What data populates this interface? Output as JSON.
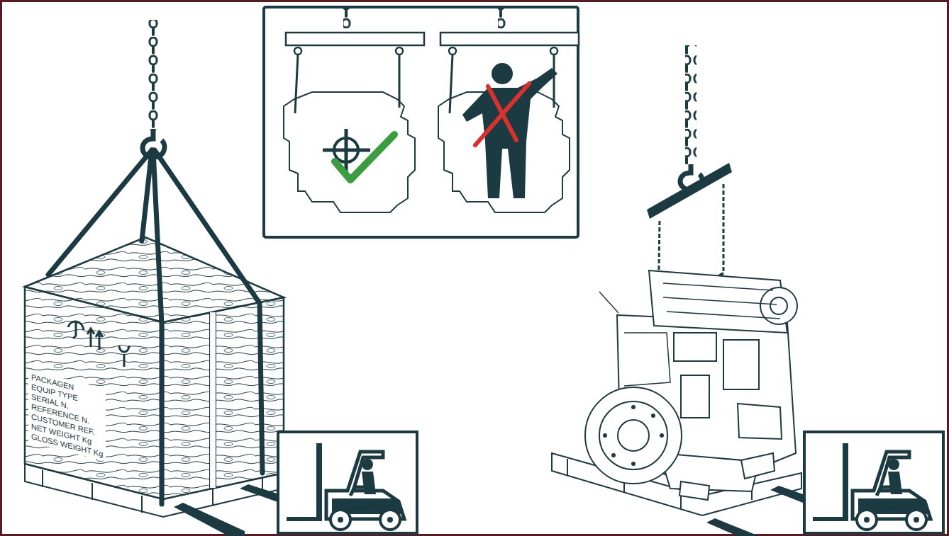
{
  "diagram": {
    "labels": [
      "PACKAGEN",
      "EQUIP TYPE",
      "SERIAL N.",
      "REFERENCE N.",
      "CUSTOMER REF.",
      "NET WEIGHT Kg",
      "GLOSS WEIGHT Kg"
    ]
  }
}
